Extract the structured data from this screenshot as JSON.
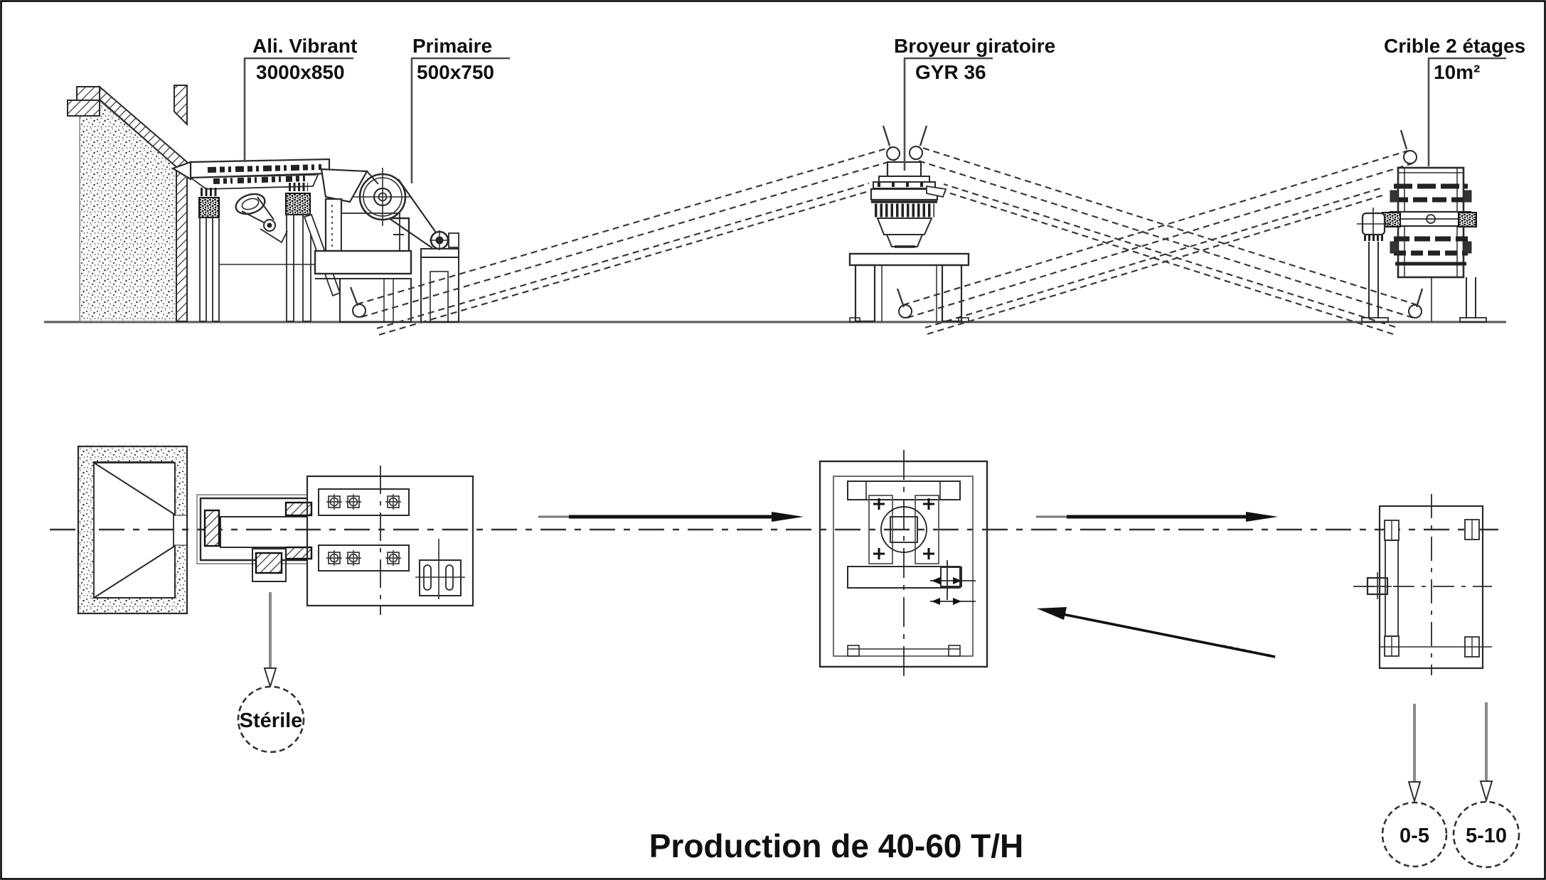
{
  "title": "Production de 40-60 T/H",
  "machines": {
    "feeder": {
      "name": "Ali. Vibrant",
      "size": "3000x850"
    },
    "primary_crusher": {
      "name": "Primaire",
      "size": "500x750"
    },
    "gyratory_crusher": {
      "name": "Broyeur giratoire",
      "size": "GYR 36"
    },
    "screen": {
      "name": "Crible 2 étages",
      "size": "10m²"
    }
  },
  "outputs": {
    "waste": "Stérile",
    "fine": "0-5",
    "coarse": "5-10"
  },
  "colors": {
    "line": "#2b2b2b",
    "leader": "#4d4d4d",
    "arrow": "#111111",
    "shaft_gray": "#8a8a8a",
    "background": "#ffffff"
  }
}
